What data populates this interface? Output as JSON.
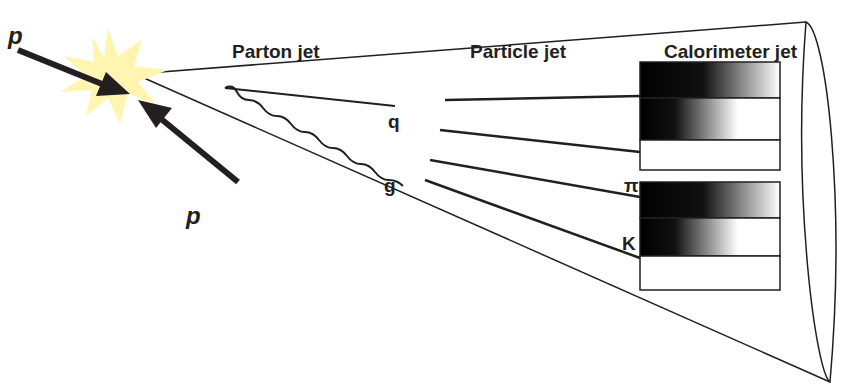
{
  "diagram": {
    "labels": [
      "p",
      "p",
      "Parton jet",
      "Particle jet",
      "Calorimeter jet",
      "q",
      "g",
      "π",
      "K"
    ]
  }
}
